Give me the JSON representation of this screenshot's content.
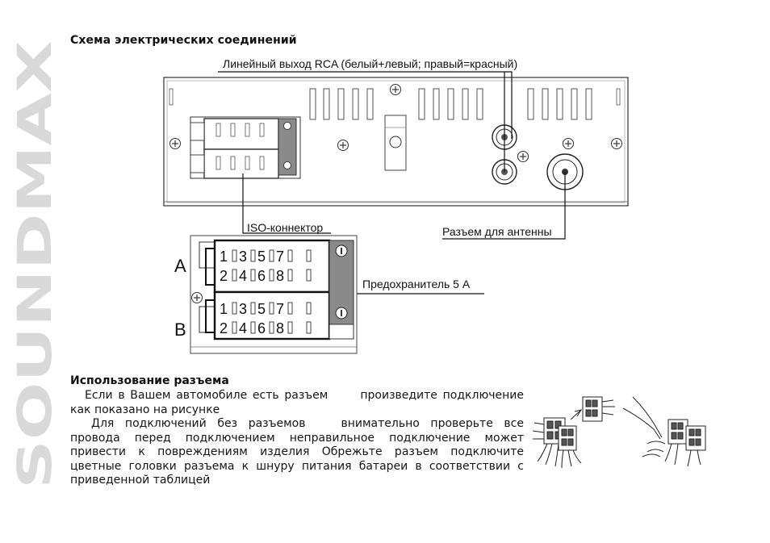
{
  "brand": {
    "logo_text": "SOUNDMAX",
    "color": "#d9d9d9"
  },
  "page": {
    "title": "Схема электрических соединений"
  },
  "diagram": {
    "rca_label": "Линейный выход RCA (белый+левый; правый=красный)",
    "iso_label": "ISO-коннектор",
    "antenna_label": "Разъем для антенны",
    "fuse_label": "Предохранитель 5 А",
    "block_a": "A",
    "block_b": "B",
    "pins_top": [
      "1",
      "3",
      "5",
      "7"
    ],
    "pins_bottom": [
      "2",
      "4",
      "6",
      "8"
    ]
  },
  "usage": {
    "title": "Использование разъема",
    "p1_a": "Если в Вашем автомобиле есть разъем",
    "p1_b": "произведите подключение как показано на рисунке",
    "p2_a": "Для подключений без разъемов",
    "p2_b": "внимательно проверьте все провода перед подключением неправильное подключение может привести к повреждениям изделия Обрежьте разъем подключите цветные головки разъема к шнуру питания батареи в соответствии с приведенной таблицей"
  }
}
